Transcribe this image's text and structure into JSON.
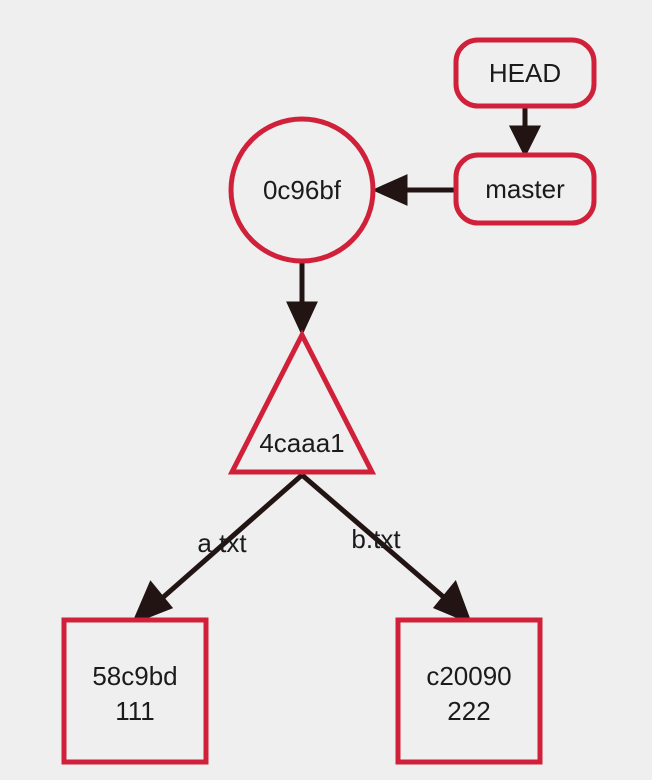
{
  "colors": {
    "background": "#efefef",
    "node_stroke": "#d0203a",
    "node_fill": "#efefef",
    "edge": "#231414",
    "text": "#1b1b1b"
  },
  "nodes": {
    "head": {
      "label": "HEAD"
    },
    "master": {
      "label": "master"
    },
    "commit": {
      "label": "0c96bf"
    },
    "tree": {
      "label": "4caaa1"
    },
    "blob_a": {
      "hash": "58c9bd",
      "content": "111"
    },
    "blob_b": {
      "hash": "c20090",
      "content": "222"
    }
  },
  "edges": {
    "tree_to_a": {
      "label": "a.txt"
    },
    "tree_to_b": {
      "label": "b.txt"
    }
  }
}
